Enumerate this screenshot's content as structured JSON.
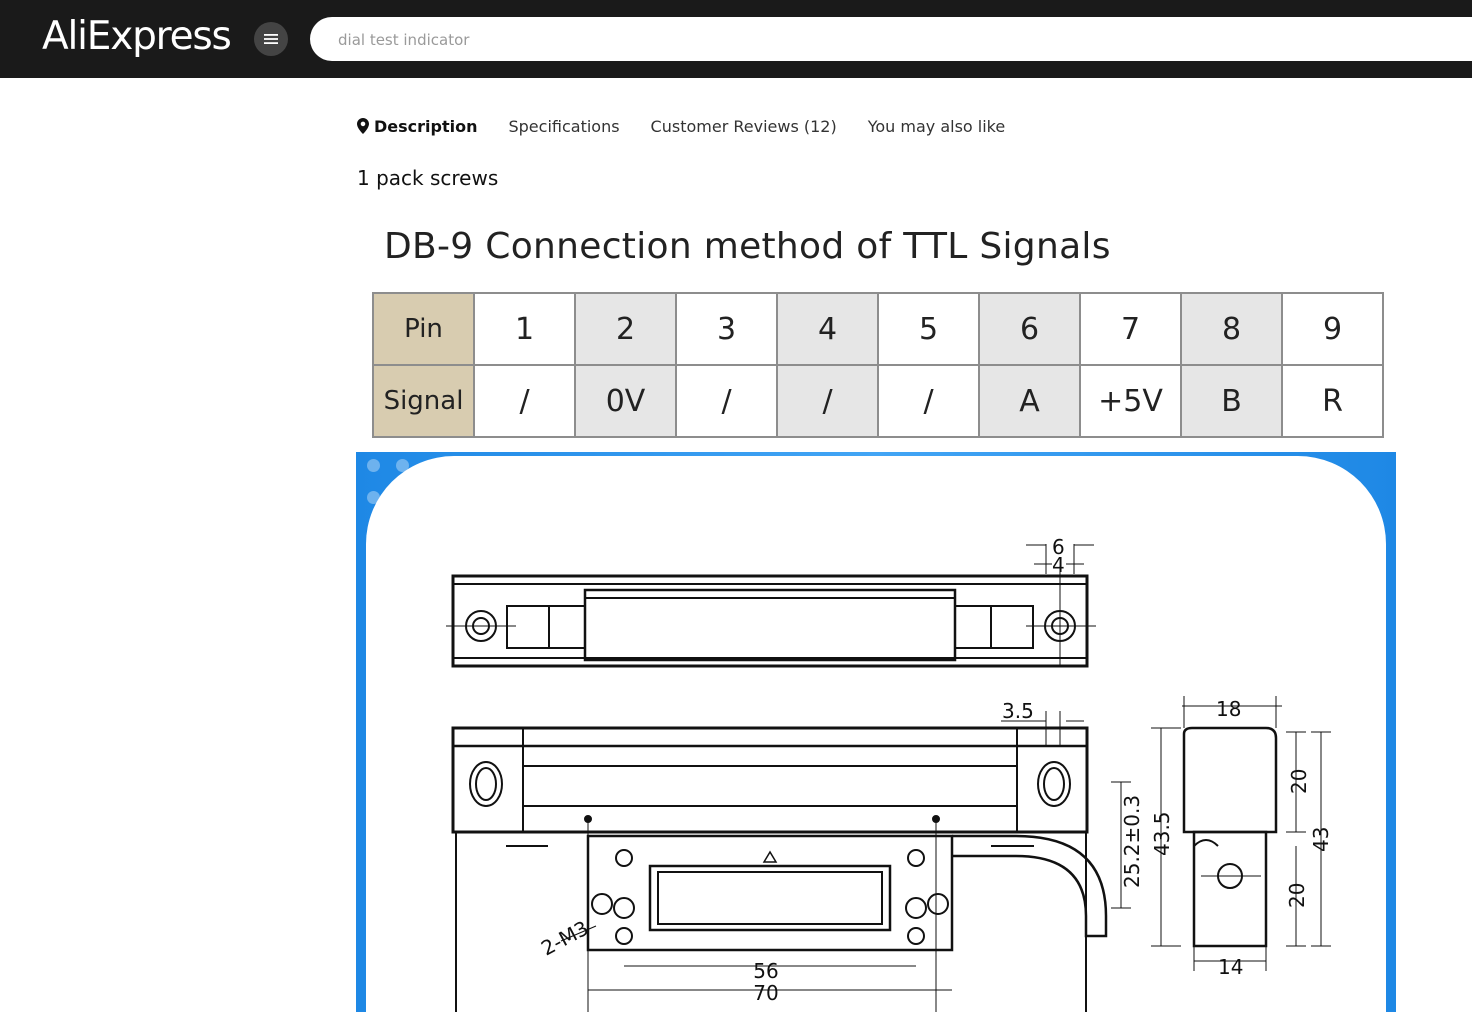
{
  "header": {
    "logo": "AliExpress",
    "search_placeholder": "dial test indicator"
  },
  "tabs": [
    {
      "label": "Description",
      "active": true
    },
    {
      "label": "Specifications"
    },
    {
      "label": "Customer Reviews (12)"
    },
    {
      "label": "You may also like"
    }
  ],
  "description": {
    "pack_text": "1 pack screws",
    "heading": "DB-9 Connection method of TTL Signals",
    "table": {
      "row_labels": [
        "Pin",
        "Signal"
      ],
      "pins": [
        "1",
        "2",
        "3",
        "4",
        "5",
        "6",
        "7",
        "8",
        "9"
      ],
      "signals": [
        "/",
        "0V",
        "/",
        "/",
        "/",
        "A",
        "+5V",
        "B",
        "R"
      ]
    },
    "drawing": {
      "dims": {
        "d6": "6",
        "d4": "4",
        "d3_5": "3.5",
        "d18": "18",
        "d25": "25.2±0.3",
        "d43_5": "43.5",
        "d20a": "20",
        "d43": "43",
        "d20b": "20",
        "d14": "14",
        "d56": "56",
        "d70": "70",
        "m3": "2-M3"
      }
    }
  },
  "colors": {
    "topbar": "#1a1a1a",
    "frame_blue": "#2196f3",
    "pin_header": "#d8ccb0",
    "shaded_cell": "#e6e6e6"
  }
}
